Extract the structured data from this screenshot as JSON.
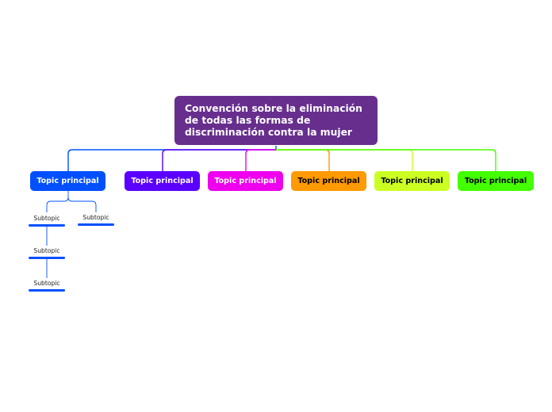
{
  "central_topic": {
    "lines": [
      "Convención sobre la eliminación",
      "de todas las formas de",
      "discriminación contra la mujer"
    ],
    "color": "#672e8e"
  },
  "main_topics": [
    {
      "label": "Topic principal",
      "color": "#0050ff",
      "text_color": "#ffffff"
    },
    {
      "label": "Topic principal",
      "color": "#5b00ff",
      "text_color": "#ffffff"
    },
    {
      "label": "Topic principal",
      "color": "#ee00ee",
      "text_color": "#ffffff"
    },
    {
      "label": "Topic principal",
      "color": "#ff9a00",
      "text_color": "#000000"
    },
    {
      "label": "Topic principal",
      "color": "#ccff22",
      "text_color": "#000000"
    },
    {
      "label": "Topic principal",
      "color": "#44ff00",
      "text_color": "#000000"
    }
  ],
  "subtopics": [
    {
      "label": "Subtopic"
    },
    {
      "label": "Subtopic"
    },
    {
      "label": "Subtopic"
    },
    {
      "label": "Subtopic"
    }
  ],
  "subtopic_color": "#0050ff"
}
